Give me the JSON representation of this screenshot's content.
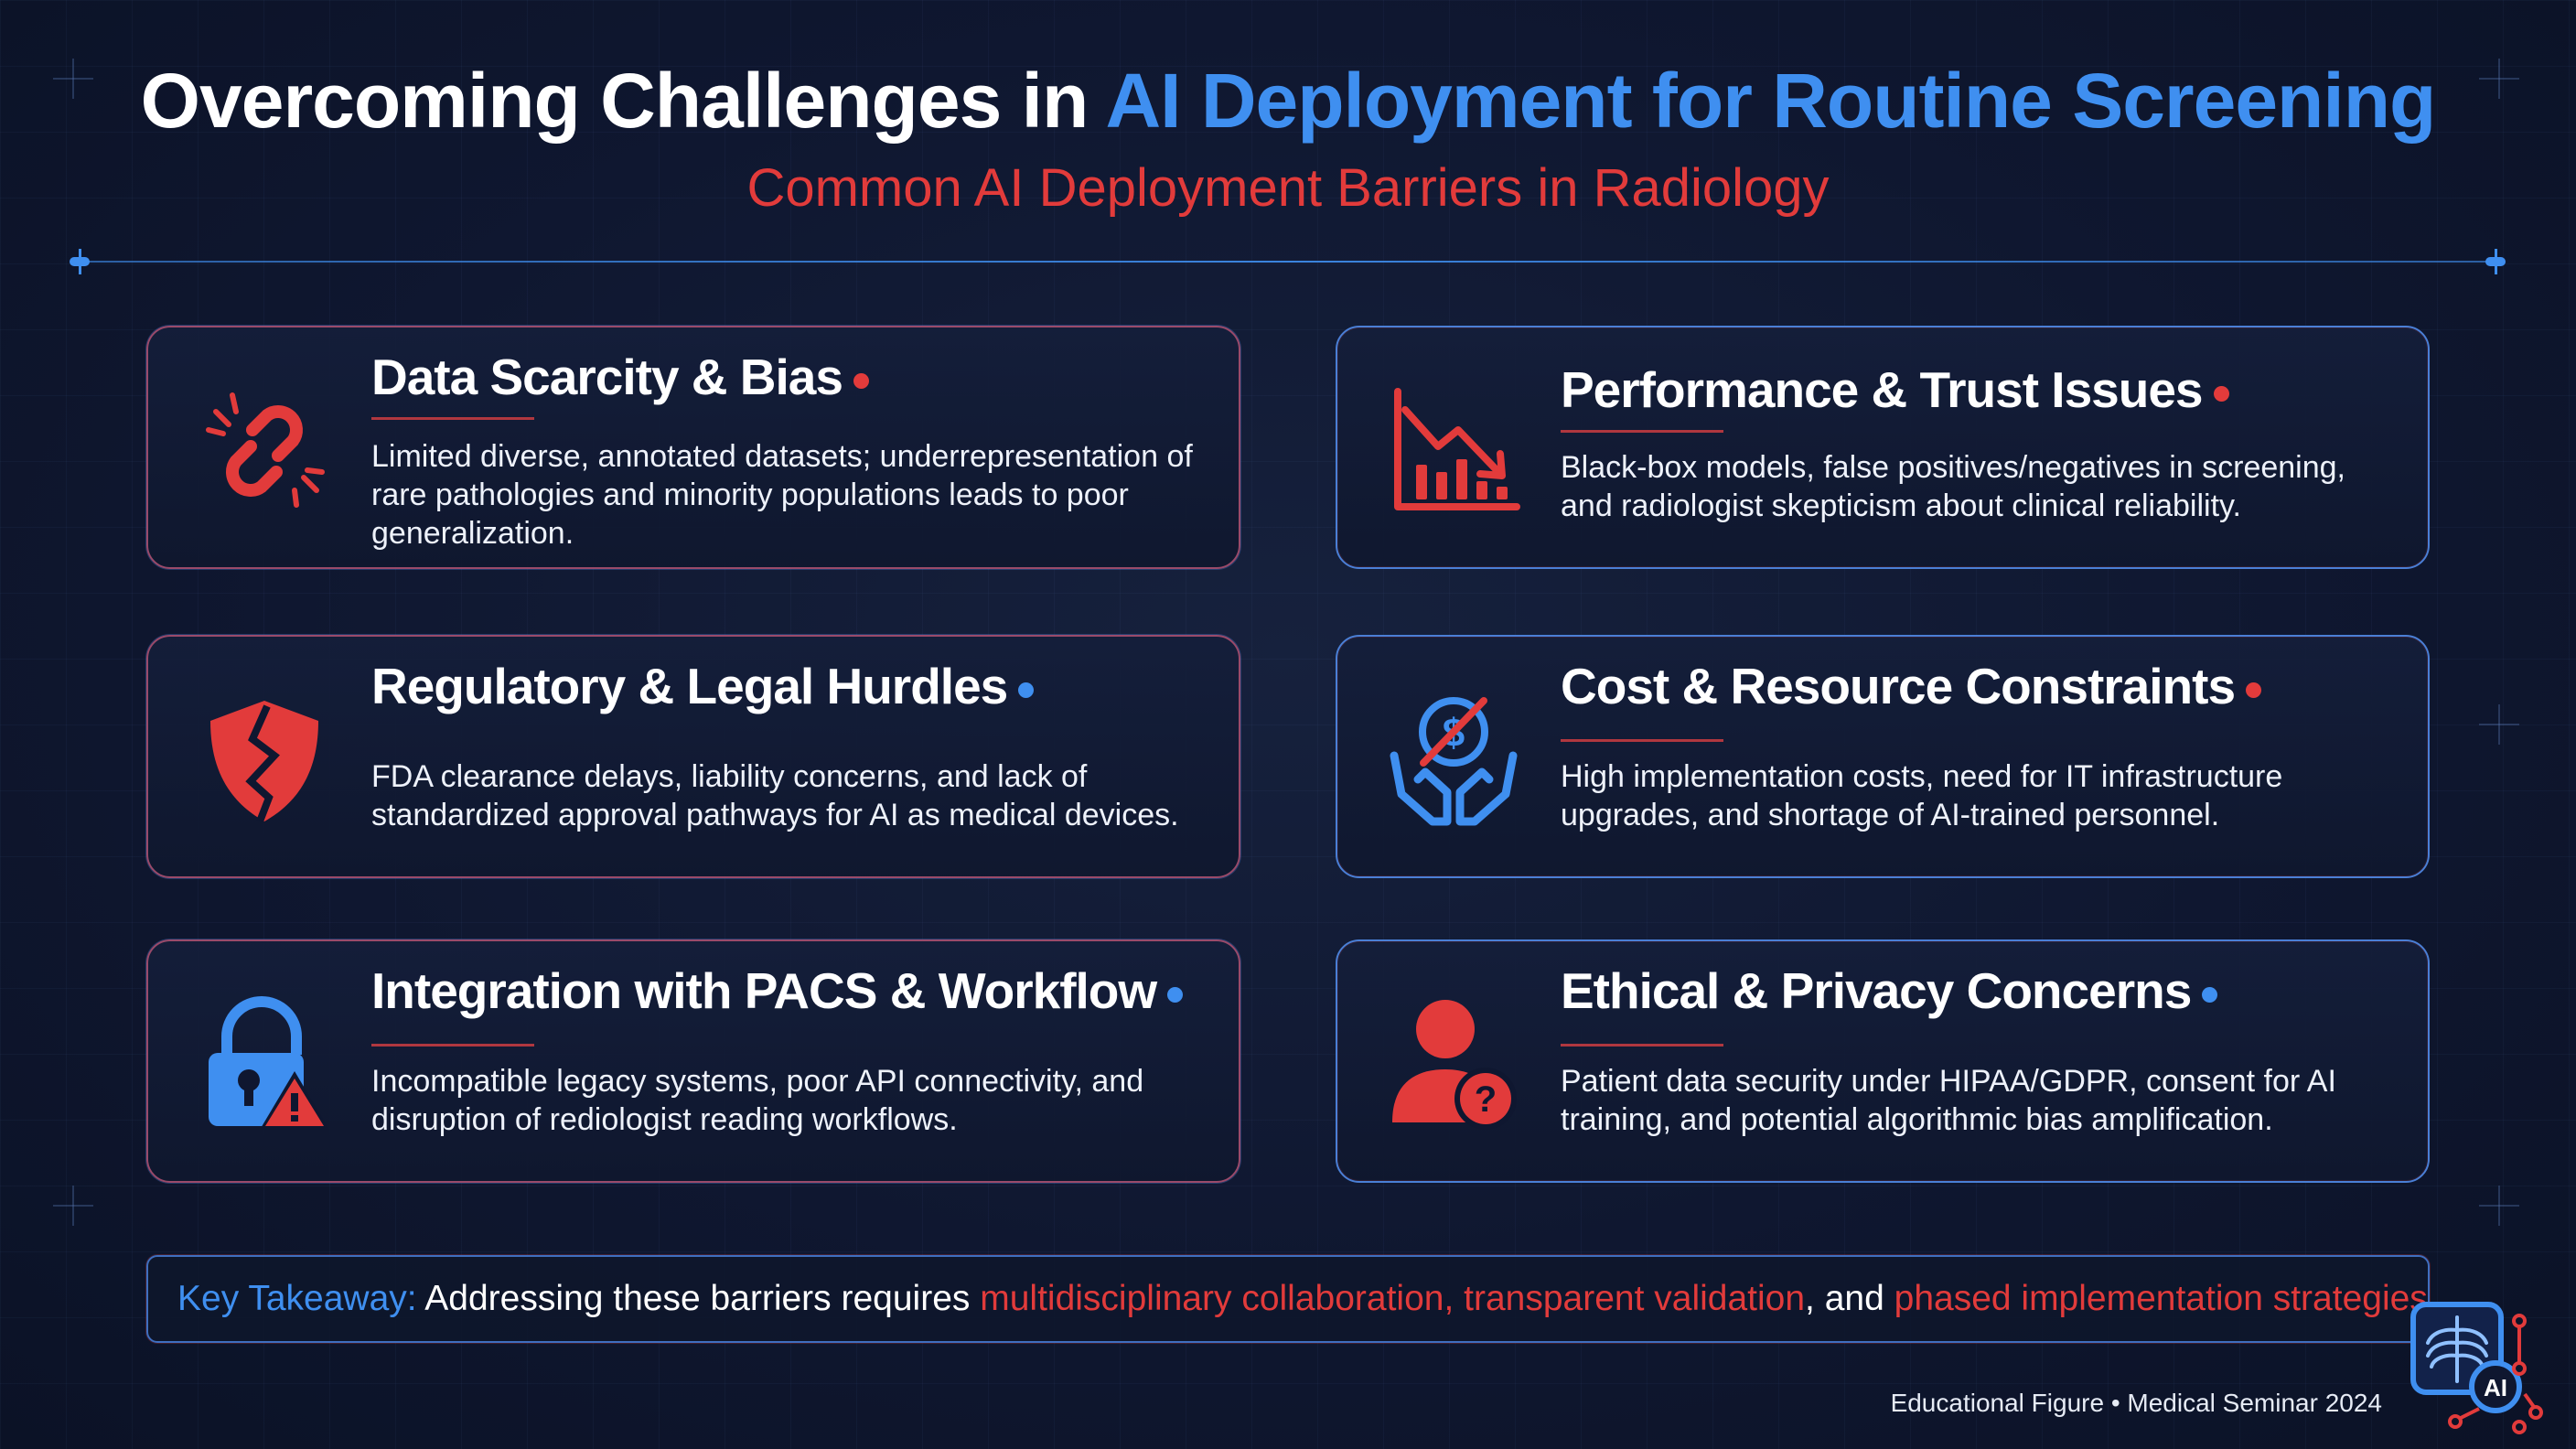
{
  "header": {
    "title_prefix": "Overcoming Challenges in ",
    "title_highlight": "AI Deployment for Routine Screening",
    "subtitle": "Common AI Deployment Barriers in Radiology"
  },
  "cards": [
    {
      "title": "Data Scarcity & Bias",
      "description": "Limited diverse, annotated datasets; underrepresentation of rare pathologies and minority populations leads to poor generalization.",
      "icon": "broken-chain-icon",
      "dot_color": "#e23b3b"
    },
    {
      "title": "Performance & Trust Issues",
      "description": "Black-box models, false positives/negatives in screening, and radiologist skepticism about clinical reliability.",
      "icon": "declining-chart-icon",
      "dot_color": "#e23b3b"
    },
    {
      "title": "Regulatory & Legal Hurdles",
      "description": "FDA clearance delays, liability concerns, and lack of standardized approval pathways for AI as medical devices.",
      "icon": "broken-shield-icon",
      "dot_color": "#3f8ff0"
    },
    {
      "title": "Cost & Resource Constraints",
      "description": "High implementation costs, need for IT infrastructure upgrades, and shortage of AI-trained personnel.",
      "icon": "hands-no-money-icon",
      "dot_color": "#e23b3b"
    },
    {
      "title": "Integration with PACS & Workflow",
      "description": "Incompatible legacy systems, poor API connectivity, and disruption of rediologist reading workflows.",
      "icon": "lock-warning-icon",
      "dot_color": "#3f8ff0"
    },
    {
      "title": "Ethical & Privacy Concerns",
      "description": "Patient data security under HIPAA/GDPR, consent for AI training, and potential algorithmic bias amplification.",
      "icon": "person-question-icon",
      "dot_color": "#3f8ff0"
    }
  ],
  "takeaway": {
    "label": "Key Takeaway:",
    "text_1": " Addressing these barriers requires ",
    "highlight_1": "multidisciplinary collaboration, transparent validation",
    "text_2": ", and ",
    "highlight_2": "phased implementation strategies."
  },
  "footer": "Educational Figure • Medical Seminar 2024",
  "ai_badge": "AI",
  "colors": {
    "accent_blue": "#3f8ff0",
    "accent_red": "#e23b3b",
    "background": "#0f1730"
  }
}
